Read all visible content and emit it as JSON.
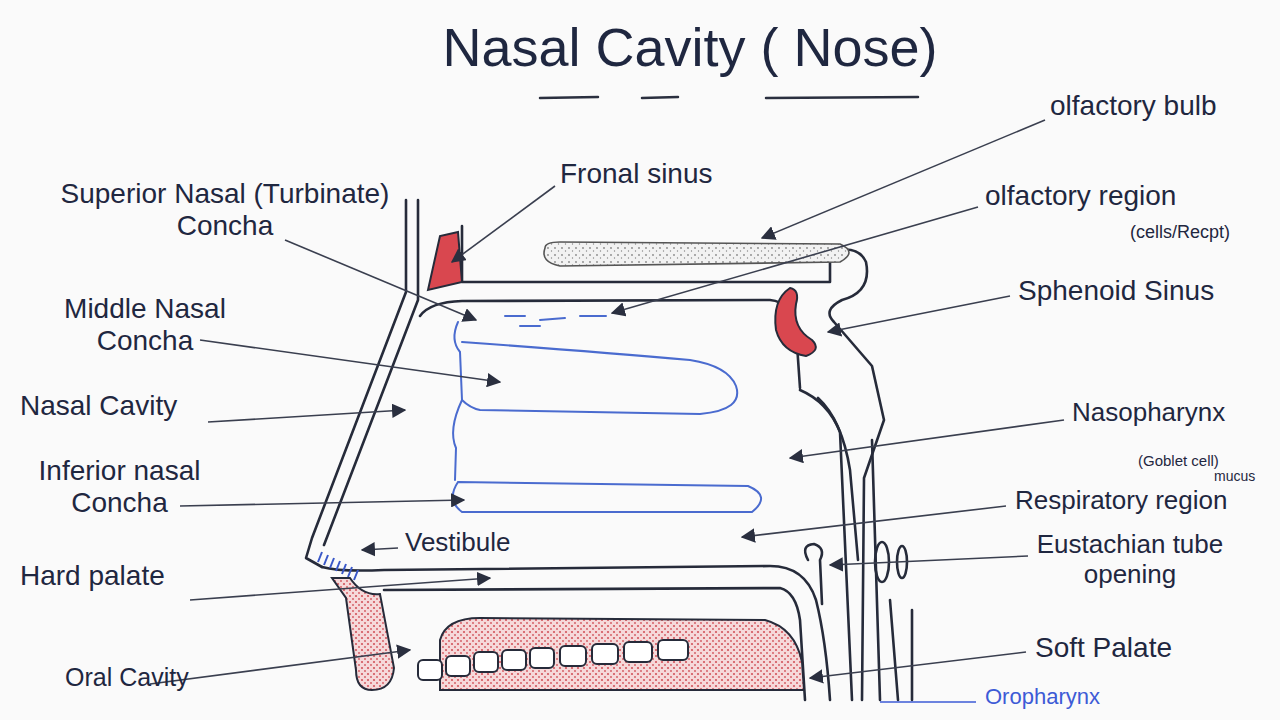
{
  "diagram": {
    "title": "Nasal Cavity ( Nose)",
    "labels": [
      "Fronal sinus",
      "olfactory bulb",
      "Superior Nasal (Turbinate) Concha",
      "olfactory region",
      "(cells/Recpt)",
      "Sphenoid Sinus",
      "Middle Nasal Concha",
      "Nasal Cavity",
      "Nasopharynx",
      "(Goblet cell)",
      "mucus",
      "Inferior nasal Concha",
      "Respiratory region",
      "Vestibule",
      "Eustachian tube opening",
      "Hard palate",
      "Soft Palate",
      "Oral Cavity",
      "Oropharynx"
    ]
  }
}
